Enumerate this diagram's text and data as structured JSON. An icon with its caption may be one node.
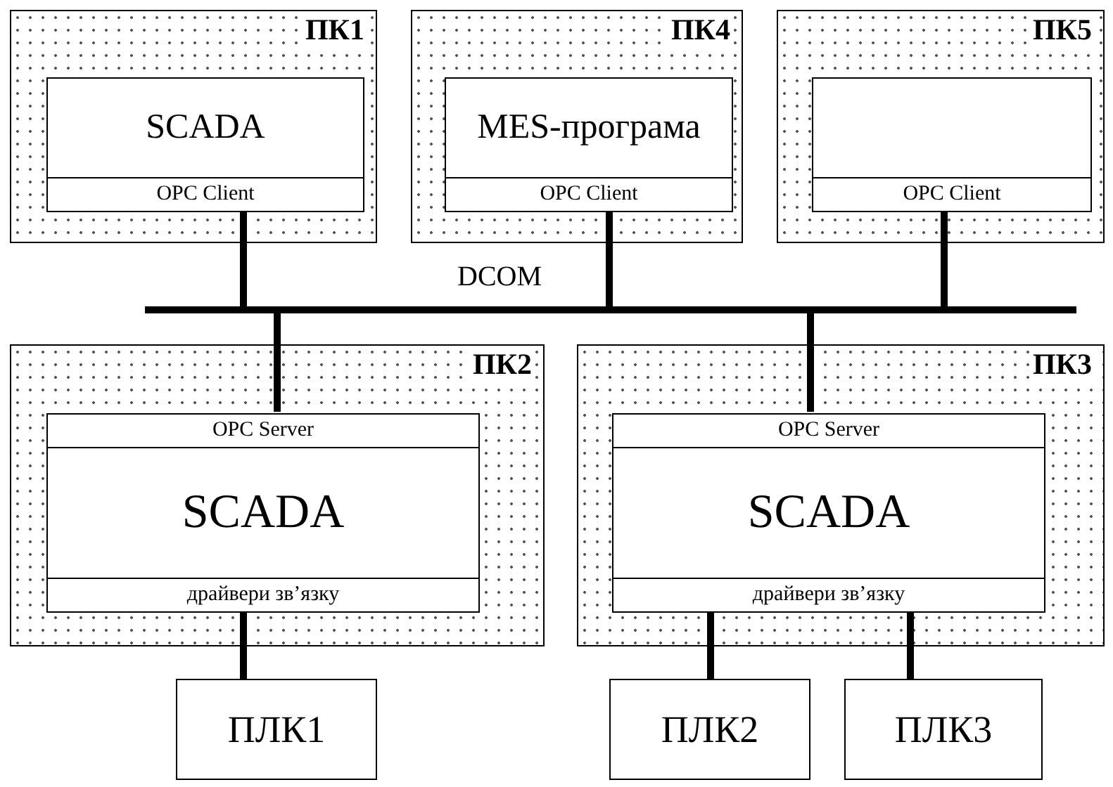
{
  "diagram": {
    "nodes": [
      {
        "text": [
          "ПК1"
        ]
      },
      {
        "text": [
          "SCADA",
          "OPC Client"
        ],
        "in": 0
      },
      {
        "text": [
          "ПК4"
        ]
      },
      {
        "text": [
          "MES-програма",
          "OPC Client"
        ],
        "in": 2
      },
      {
        "text": [
          "ПК5"
        ]
      },
      {
        "text": [
          "OPC Client"
        ],
        "in": 4
      },
      {
        "text": [],
        "shape": "bar",
        "beside": [
          "DCOM"
        ]
      },
      {
        "text": [
          "ПК2"
        ]
      },
      {
        "text": [
          "OPC Server",
          "SCADA",
          "драйвери зв’язку"
        ],
        "in": 7
      },
      {
        "text": [
          "ПК3"
        ]
      },
      {
        "text": [
          "OPC Server",
          "SCADA",
          "драйвери зв’язку"
        ],
        "in": 9
      },
      {
        "text": [
          "ПЛК1"
        ]
      },
      {
        "text": [
          "ПЛК2"
        ]
      },
      {
        "text": [
          "ПЛК3"
        ]
      }
    ],
    "edges": [
      {
        "from": 1,
        "to": 6,
        "arrow": "none"
      },
      {
        "from": 3,
        "to": 6,
        "arrow": "none"
      },
      {
        "from": 5,
        "to": 6,
        "arrow": "none"
      },
      {
        "from": 6,
        "to": 8,
        "arrow": "none"
      },
      {
        "from": 6,
        "to": 10,
        "arrow": "none"
      },
      {
        "from": 8,
        "to": 11,
        "arrow": "none"
      },
      {
        "from": 10,
        "to": 12,
        "arrow": "none"
      },
      {
        "from": 10,
        "to": 13,
        "arrow": "none"
      }
    ]
  }
}
